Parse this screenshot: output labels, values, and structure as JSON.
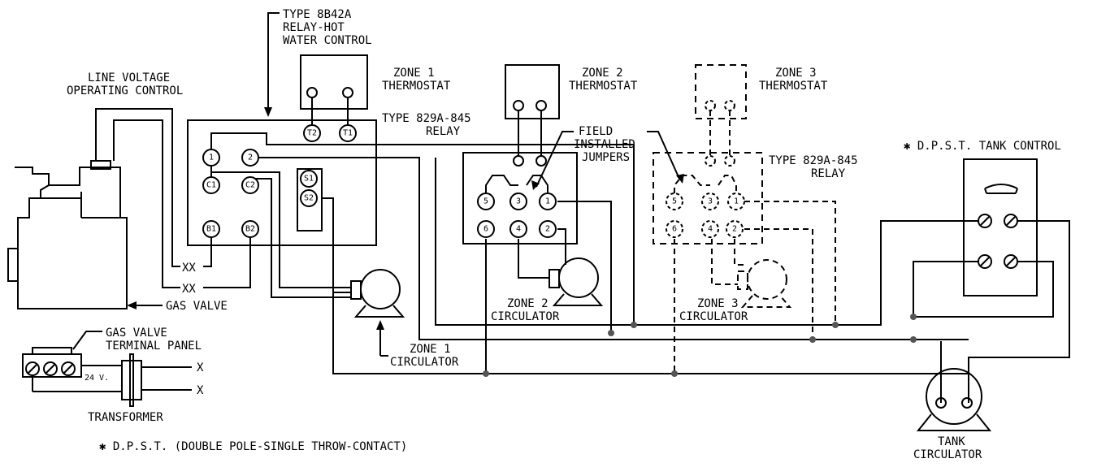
{
  "labels": {
    "type_8b42a": "TYPE 8B42A",
    "relay_hot": "RELAY-HOT",
    "water_control": "WATER CONTROL",
    "line_voltage": "LINE VOLTAGE",
    "operating_control": "OPERATING CONTROL",
    "zone1": "ZONE 1",
    "zone2": "ZONE 2",
    "zone3": "ZONE 3",
    "thermostat": "THERMOSTAT",
    "type_829a": "TYPE 829A-845",
    "relay": "RELAY",
    "field": "FIELD",
    "installed": "INSTALLED",
    "jumpers": "JUMPERS",
    "dpst_tank": "✱ D.P.S.T. TANK CONTROL",
    "xx": "XX",
    "gas_valve": "GAS VALVE",
    "gas_valve_term1": "GAS VALVE",
    "gas_valve_term2": "TERMINAL PANEL",
    "v24": "24 V.",
    "x": "X",
    "transformer": "TRANSFORMER",
    "circulator": "CIRCULATOR",
    "tank": "TANK",
    "footnote": "✱ D.P.S.T. (DOUBLE POLE-SINGLE THROW-CONTACT)"
  },
  "terminals": {
    "t2": "T2",
    "t1": "T1",
    "r1_1": "1",
    "r1_2": "2",
    "c1": "C1",
    "c2": "C2",
    "s1": "S1",
    "s2": "S2",
    "b1": "B1",
    "b2": "B2",
    "z2_5": "5",
    "z2_3": "3",
    "z2_1": "1",
    "z2_6": "6",
    "z2_4": "4",
    "z2_2": "2",
    "z3_5": "5",
    "z3_3": "3",
    "z3_1": "1",
    "z3_6": "6",
    "z3_4": "4",
    "z3_2": "2"
  }
}
